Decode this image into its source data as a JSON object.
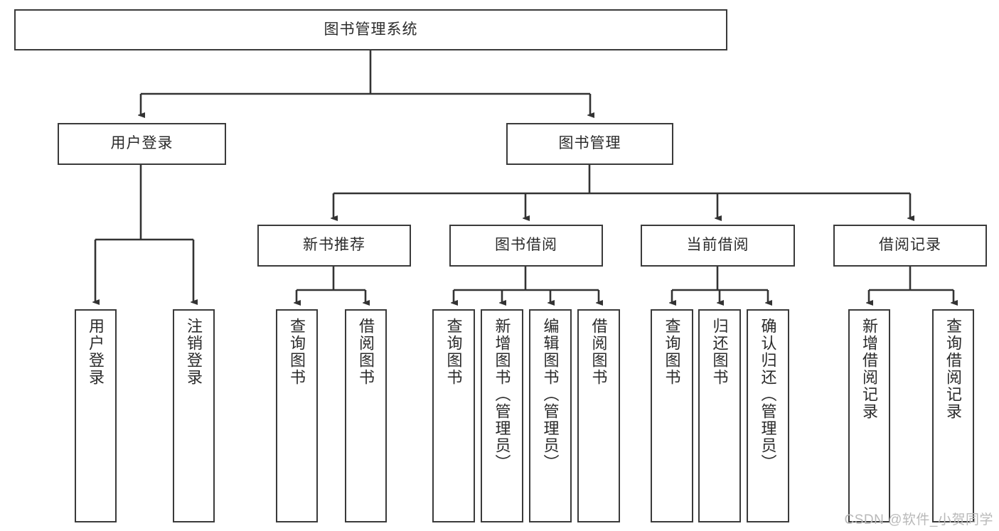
{
  "diagram": {
    "title": "图书管理系统",
    "type": "tree-hierarchy",
    "colors": {
      "box_border": "#3a3a3a",
      "box_fill": "#ffffff",
      "edge": "#333333",
      "text": "#2b2b2b",
      "watermark": "#b9b9b9",
      "background": "#ffffff"
    },
    "nodes": {
      "root": {
        "label": "图书管理系统"
      },
      "level2": [
        {
          "label": "用户登录"
        },
        {
          "label": "图书管理"
        }
      ],
      "level3": [
        {
          "label": "新书推荐"
        },
        {
          "label": "图书借阅"
        },
        {
          "label": "当前借阅"
        },
        {
          "label": "借阅记录"
        }
      ],
      "leaves": {
        "user_login": [
          {
            "label": "用户登录"
          },
          {
            "label": "注销登录"
          }
        ],
        "new_book": [
          {
            "label": "查询图书"
          },
          {
            "label": "借阅图书"
          }
        ],
        "book_borrow": [
          {
            "label": "查询图书"
          },
          {
            "label": "新增图书（管理员）"
          },
          {
            "label": "编辑图书（管理员）"
          },
          {
            "label": "借阅图书"
          }
        ],
        "current_borrow": [
          {
            "label": "查询图书"
          },
          {
            "label": "归还图书"
          },
          {
            "label": "确认归还（管理员）"
          }
        ],
        "borrow_record": [
          {
            "label": "新增借阅记录"
          },
          {
            "label": "查询借阅记录"
          }
        ]
      }
    },
    "watermark": "CSDN @软件_小贺同学"
  }
}
